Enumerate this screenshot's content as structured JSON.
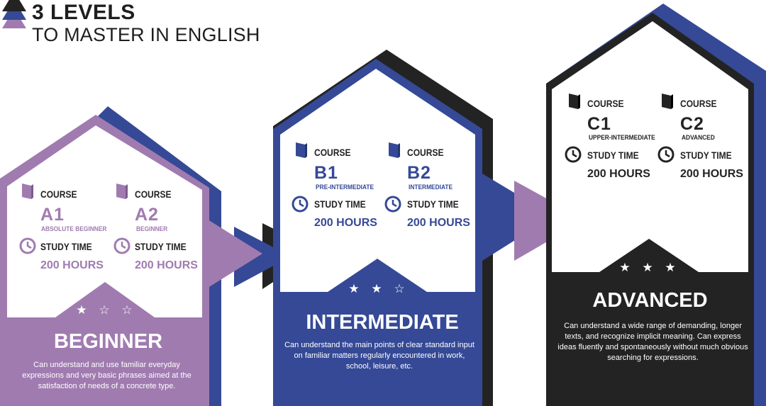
{
  "header": {
    "title_line1": "3 LEVELS",
    "title_line2": "TO MASTER IN ENGLISH"
  },
  "colors": {
    "purple": "#a07bb0",
    "navy": "#354996",
    "dark": "#232323"
  },
  "levels": [
    {
      "title": "BEGINNER",
      "stars": "★ ☆ ☆",
      "description": "Can understand and use familiar everyday expressions and very basic phrases aimed at the satisfaction of needs of a concrete type.",
      "courses": [
        {
          "course_label": "COURSE",
          "code": "A1",
          "sublabel": "ABSOLUTE BEGINNER",
          "time_label": "STUDY TIME",
          "hours": "200 HOURS"
        },
        {
          "course_label": "COURSE",
          "code": "A2",
          "sublabel": "BEGINNER",
          "time_label": "STUDY TIME",
          "hours": "200 HOURS"
        }
      ]
    },
    {
      "title": "INTERMEDIATE",
      "stars": "★ ★ ☆",
      "description": "Can understand the main points of clear standard input on familiar matters regularly encountered in work, school, leisure, etc.",
      "courses": [
        {
          "course_label": "COURSE",
          "code": "B1",
          "sublabel": "PRE-INTERMEDIATE",
          "time_label": "STUDY TIME",
          "hours": "200 HOURS"
        },
        {
          "course_label": "COURSE",
          "code": "B2",
          "sublabel": "INTERMEDIATE",
          "time_label": "STUDY TIME",
          "hours": "200 HOURS"
        }
      ]
    },
    {
      "title": "ADVANCED",
      "stars": "★ ★ ★",
      "description": "Can understand a wide range of demanding, longer texts, and recognize implicit meaning. Can express ideas fluently and spontaneously without much obvious searching for expressions.",
      "courses": [
        {
          "course_label": "COURSE",
          "code": "C1",
          "sublabel": "UPPER-INTERMEDIATE",
          "time_label": "STUDY TIME",
          "hours": "200 HOURS"
        },
        {
          "course_label": "COURSE",
          "code": "C2",
          "sublabel": "ADVANCED",
          "time_label": "STUDY TIME",
          "hours": "200 HOURS"
        }
      ]
    }
  ]
}
